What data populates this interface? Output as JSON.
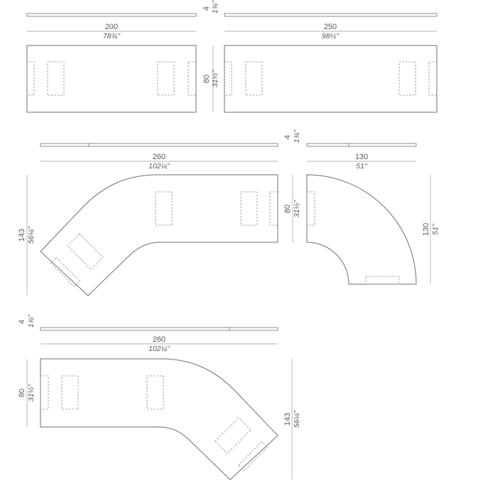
{
  "drawings": {
    "tables": {
      "thickness_cm": "4",
      "thickness_in": "1¾\"",
      "w200_cm": "200",
      "w200_in": "78¾\"",
      "w250_cm": "250",
      "w250_in": "98½\"",
      "depth_cm": "80",
      "depth_in": "31½\""
    },
    "curved_left": {
      "thickness_cm": "4",
      "thickness_in": "1¾\"",
      "width_cm": "260",
      "width_in": "102¼\"",
      "height_cm": "143",
      "height_in": "56¼\"",
      "depth_cm": "80",
      "depth_in": "31½\""
    },
    "quarter": {
      "width_cm": "130",
      "width_in": "51\"",
      "height_cm": "130",
      "height_in": "51\""
    },
    "curved_right": {
      "thickness_cm": "4",
      "thickness_in": "1¾\"",
      "width_cm": "260",
      "width_in": "102¼\"",
      "depth_cm": "80",
      "depth_in": "31½\"",
      "height_cm": "143",
      "height_in": "56¼\""
    }
  }
}
